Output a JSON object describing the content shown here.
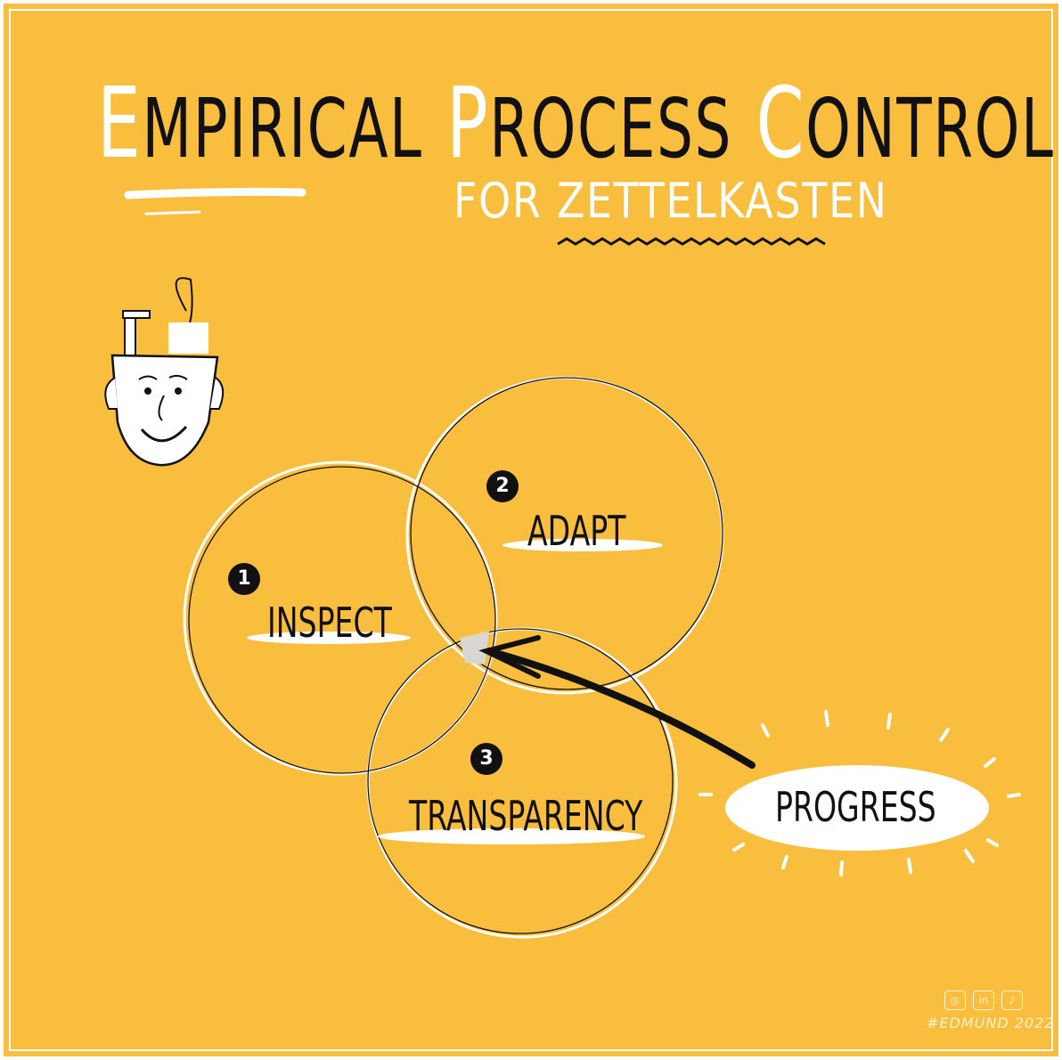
{
  "title": {
    "words": [
      "Empirical",
      "Process",
      "Control"
    ]
  },
  "subtitle": "For Zettelkasten",
  "circles": [
    {
      "number": "1",
      "label": "Inspect"
    },
    {
      "number": "2",
      "label": "Adapt"
    },
    {
      "number": "3",
      "label": "Transparency"
    }
  ],
  "progress_label": "Progress",
  "signature": "#EDMUND 2022",
  "social_icons": [
    "instagram-icon",
    "linkedin-icon",
    "twitter-icon"
  ],
  "social_labels": {
    "linkedin": "in"
  },
  "colors": {
    "background": "#F9BE3E",
    "accent": "#FFFFFF",
    "ink": "#111111"
  }
}
